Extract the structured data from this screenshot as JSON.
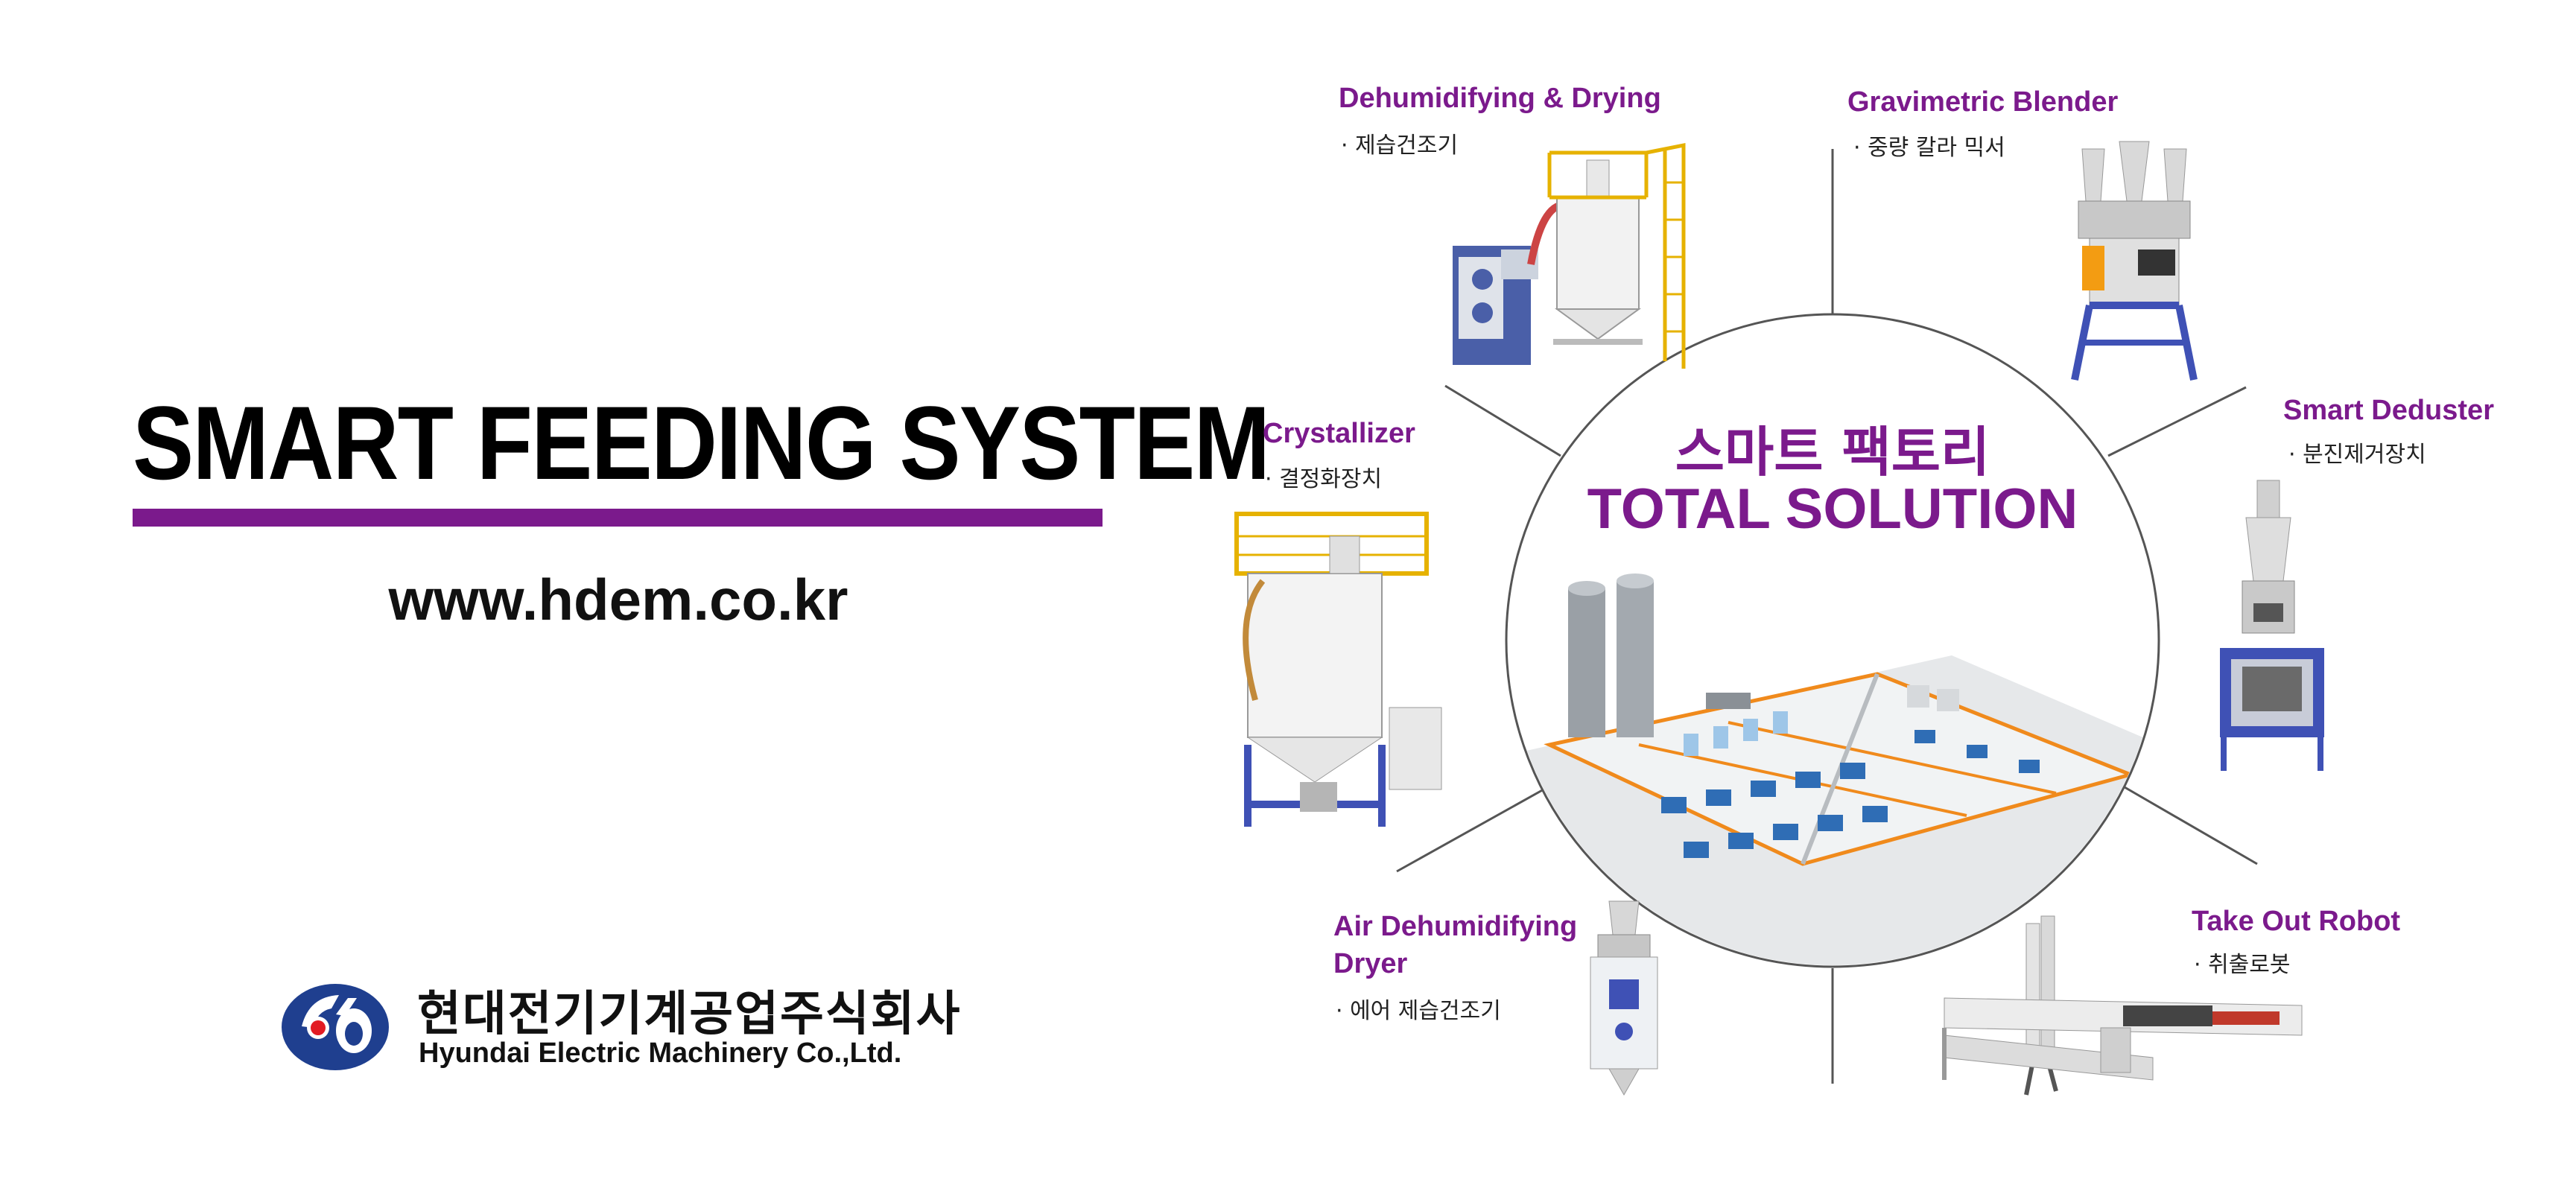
{
  "headline": {
    "title": "SMART FEEDING SYSTEM",
    "website": "www.hdem.co.kr"
  },
  "company": {
    "name_ko": "현대전기기계공업주식회사",
    "name_en": "Hyundai Electric Machinery Co.,Ltd."
  },
  "center": {
    "title_ko": "스마트 팩토리",
    "title_en": "TOTAL SOLUTION"
  },
  "products": [
    {
      "title": "Dehumidifying & Drying",
      "sub": "· 제습건조기"
    },
    {
      "title": "Gravimetric Blender",
      "sub": "· 중량 칼라 믹서"
    },
    {
      "title": "Crystallizer",
      "sub": "· 결정화장치"
    },
    {
      "title": "Smart Deduster",
      "sub": "· 분진제거장치"
    },
    {
      "title_line1": "Air Dehumidifying",
      "title_line2": "Dryer",
      "sub": "· 에어 제습건조기"
    },
    {
      "title": "Take Out Robot",
      "sub": "· 취출로봇"
    }
  ],
  "colors": {
    "accent": "#7b1a8c",
    "logo_blue": "#1f3f8f",
    "logo_red": "#e21b23"
  }
}
